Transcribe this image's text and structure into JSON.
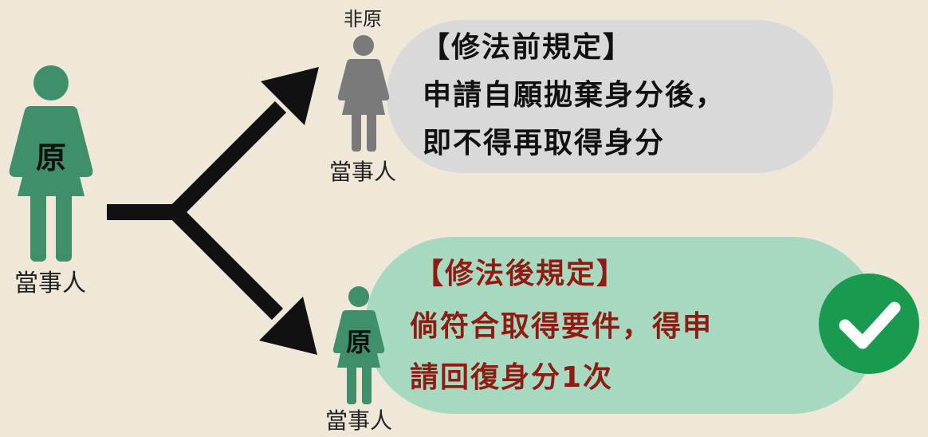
{
  "colors": {
    "background": "#efe8d8",
    "green_figure": "#3f8f6a",
    "gray_figure": "#7a7a7a",
    "arrow": "#111111",
    "before_bubble": "#d9d9d9",
    "after_bubble": "#a6d9bf",
    "before_text": "#111111",
    "after_text": "#8f1b12",
    "check_circle": "#1a9a4e"
  },
  "original_person": {
    "badge": "原",
    "caption": "當事人"
  },
  "non_original_person": {
    "top_label": "非原",
    "caption": "當事人"
  },
  "original_person_after": {
    "badge": "原",
    "caption": "當事人"
  },
  "before_rule": {
    "title": "【修法前規定】",
    "line1": "申請自願拋棄身分後，",
    "line2": "即不得再取得身分"
  },
  "after_rule": {
    "title": "【修法後規定】",
    "line1": "倘符合取得要件，得申",
    "line2": "請回復身分1次",
    "check_icon": "check-circle-icon"
  }
}
